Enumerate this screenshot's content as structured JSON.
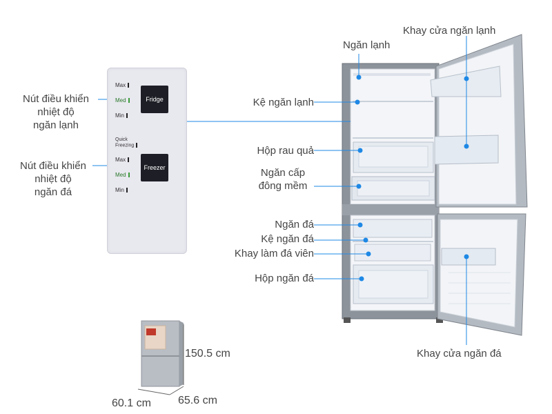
{
  "panel": {
    "fridge_levels": [
      "Max",
      "Med",
      "Min"
    ],
    "fridge_button": "Fridge",
    "quick_freezing": [
      "Quick",
      "Freezing"
    ],
    "freezer_levels": [
      "Max",
      "Med",
      "Min"
    ],
    "freezer_button": "Freezer"
  },
  "left_labels": {
    "fridge_control": [
      "Nút điều khiển",
      "nhiệt độ",
      "ngăn lạnh"
    ],
    "freezer_control": [
      "Nút điều khiển",
      "nhiệt độ",
      "ngăn đá"
    ]
  },
  "right_labels": {
    "door_tray_fridge": "Khay cửa ngăn lạnh",
    "fridge_compartment": "Ngăn lạnh",
    "fridge_shelf": "Kệ ngăn lạnh",
    "vegetable_box": "Hộp rau quả",
    "soft_freeze": [
      "Ngăn cấp",
      "đông mềm"
    ],
    "freezer_compartment": "Ngăn đá",
    "freezer_shelf": "Kệ ngăn đá",
    "ice_tray": "Khay làm đá viên",
    "freezer_box": "Hộp ngăn đá",
    "door_tray_freezer": "Khay cửa ngăn đá"
  },
  "dimensions": {
    "height": "150.5 cm",
    "width": "60.1 cm",
    "depth": "65.6 cm"
  },
  "colors": {
    "leader_line": "#1e88e5",
    "leader_dot": "#1e88e5",
    "label_text": "#444444",
    "fridge_body": "#aab0b8",
    "interior": "#f2f4f7"
  }
}
